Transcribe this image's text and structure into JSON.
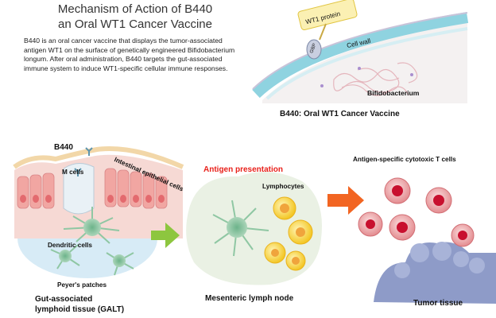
{
  "header": {
    "title_line1": "Mechanism of Action of B440",
    "title_line2": "an Oral WT1 Cancer Vaccine",
    "description": "B440 is an oral cancer vaccine that displays the tumor-associated antigen WT1 on the surface of genetically engineered Bifidobacterium longum. After oral administration, B440 targets the gut-associated immune system to induce WT1-specific cellular immune responses."
  },
  "vaccine_panel": {
    "wt1_protein": "WT1 protein",
    "gbp": "GBP",
    "cell_wall": "Cell wall",
    "bifidobacterium": "Bifidobacterium",
    "caption": "B440: Oral WT1 Cancer Vaccine"
  },
  "galt_panel": {
    "b440": "B440",
    "intestinal_epithelial": "Intestinal epithelial cells",
    "m_cells": "M cells",
    "dendritic_cells": "Dendritic cells",
    "peyers_patches": "Peyer's patches",
    "caption_line1": "Gut-associated",
    "caption_line2": "lymphoid tissue (GALT)"
  },
  "lymph_panel": {
    "antigen_presentation": "Antigen presentation",
    "lymphocytes": "Lymphocytes",
    "caption": "Mesenteric lymph node"
  },
  "tumor_panel": {
    "ctl_label": "Antigen-specific cytotoxic T cells",
    "caption": "Tumor tissue"
  },
  "colors": {
    "antigen_presentation": "#e8201a",
    "arrow_green": "#8dc63f",
    "arrow_orange": "#f26522",
    "cell_wall": "#8fd3e0",
    "tumor_blue": "#8e9bc8"
  }
}
